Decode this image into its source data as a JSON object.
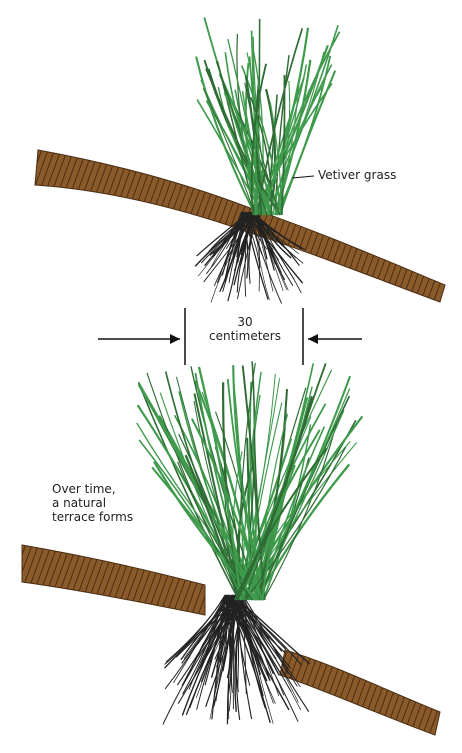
{
  "labels": {
    "vetiver": "Vetiver grass",
    "width_value": "30",
    "width_unit": "centimeters",
    "terrace_line1": "Over time,",
    "terrace_line2": "a natural",
    "terrace_line3": "terrace forms"
  },
  "colors": {
    "soil": "#8a5a2b",
    "soil_hatch": "#4a2e12",
    "grass": "#3f9a4c",
    "grass_dark": "#2f6b34",
    "roots": "#222222",
    "ink": "#111111"
  }
}
